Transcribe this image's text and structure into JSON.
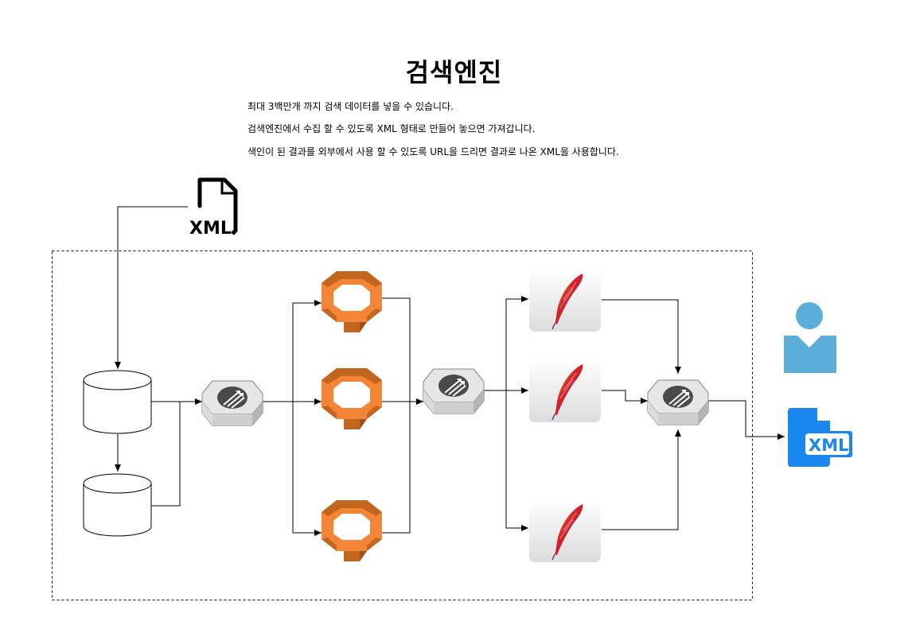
{
  "title": "검색엔진",
  "description": [
    "최대 3백만개 까지 검색 데이터를 넣을 수 있습니다.",
    "검색엔진에서 수집 할 수 있도록 XML 형태로 만들어 놓으면 가져갑니다.",
    "색인이 된 결과를 외부에서 사용 할 수 있도록 URL을 드리면 결과로 나온 XML을 사용합니다."
  ],
  "input_file": {
    "icon": "xml-file-icon",
    "label": "XML"
  },
  "output_file": {
    "icon": "xml-document-icon",
    "label": "XML",
    "color": "#1a86f0"
  },
  "user": {
    "icon": "user-icon",
    "color": "#5aaed8"
  },
  "colors": {
    "aws_orange": "#f58536",
    "aws_orange_dark": "#c2661f",
    "router_gray": "#d6d6d6",
    "router_dark": "#4a4a4a",
    "feather_red": "#d22128",
    "feather_purple": "#9b2b6c",
    "feather_yellow": "#f6a21c"
  }
}
